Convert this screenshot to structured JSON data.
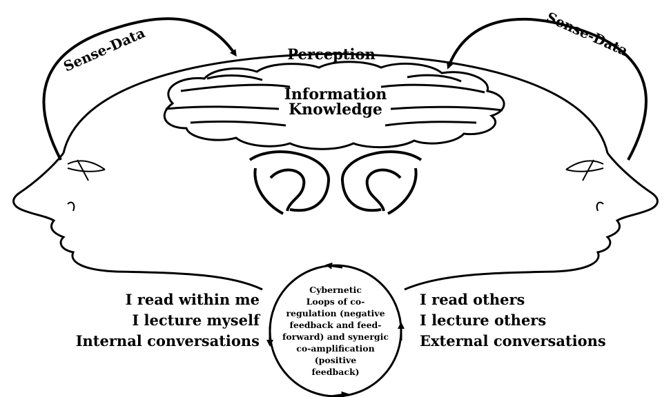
{
  "labels": {
    "sense_data_left": "Sense-Data",
    "sense_data_right": "Sense-Data",
    "perception": "Perception",
    "information": "Information",
    "knowledge": "Knowledge"
  },
  "left_list": [
    "I read  within me",
    "I lecture myself",
    "Internal conversations"
  ],
  "right_list": [
    "I read  others",
    "I lecture others",
    "External conversations"
  ],
  "loop_text": [
    "Cybernetic",
    "Loops of co-",
    "regulation (negative",
    "feedback and feed-",
    "forward) and synergic",
    "co-amplification",
    "(positive",
    "feedback)"
  ]
}
